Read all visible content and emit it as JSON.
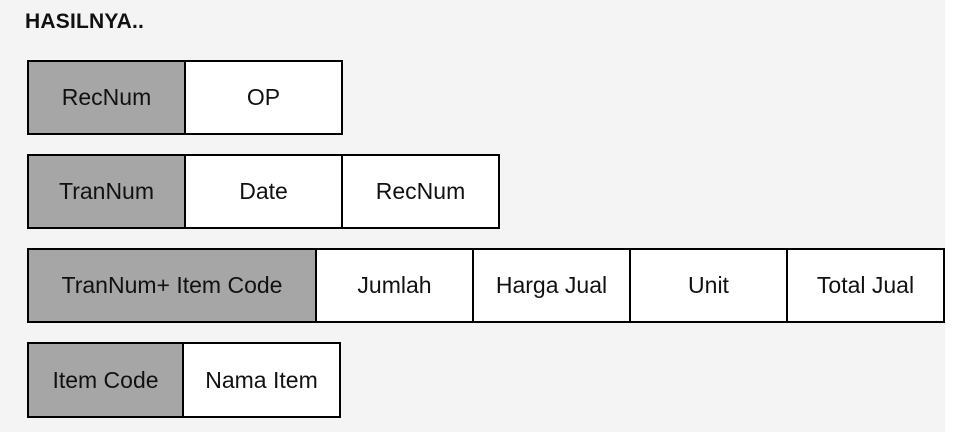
{
  "title": "HASILNYA..",
  "tables": [
    {
      "cells": [
        {
          "label": "RecNum",
          "key": true
        },
        {
          "label": "OP",
          "key": false
        }
      ]
    },
    {
      "cells": [
        {
          "label": "TranNum",
          "key": true
        },
        {
          "label": "Date",
          "key": false
        },
        {
          "label": "RecNum",
          "key": false
        }
      ]
    },
    {
      "cells": [
        {
          "label": "TranNum+ Item Code",
          "key": true
        },
        {
          "label": "Jumlah",
          "key": false
        },
        {
          "label": "Harga Jual",
          "key": false
        },
        {
          "label": "Unit",
          "key": false
        },
        {
          "label": "Total Jual",
          "key": false
        }
      ]
    },
    {
      "cells": [
        {
          "label": "Item Code",
          "key": true
        },
        {
          "label": "Nama Item",
          "key": false
        }
      ]
    }
  ],
  "colors": {
    "key_fill": "#a6a6a6",
    "cell_fill": "#ffffff",
    "border": "#000000"
  }
}
